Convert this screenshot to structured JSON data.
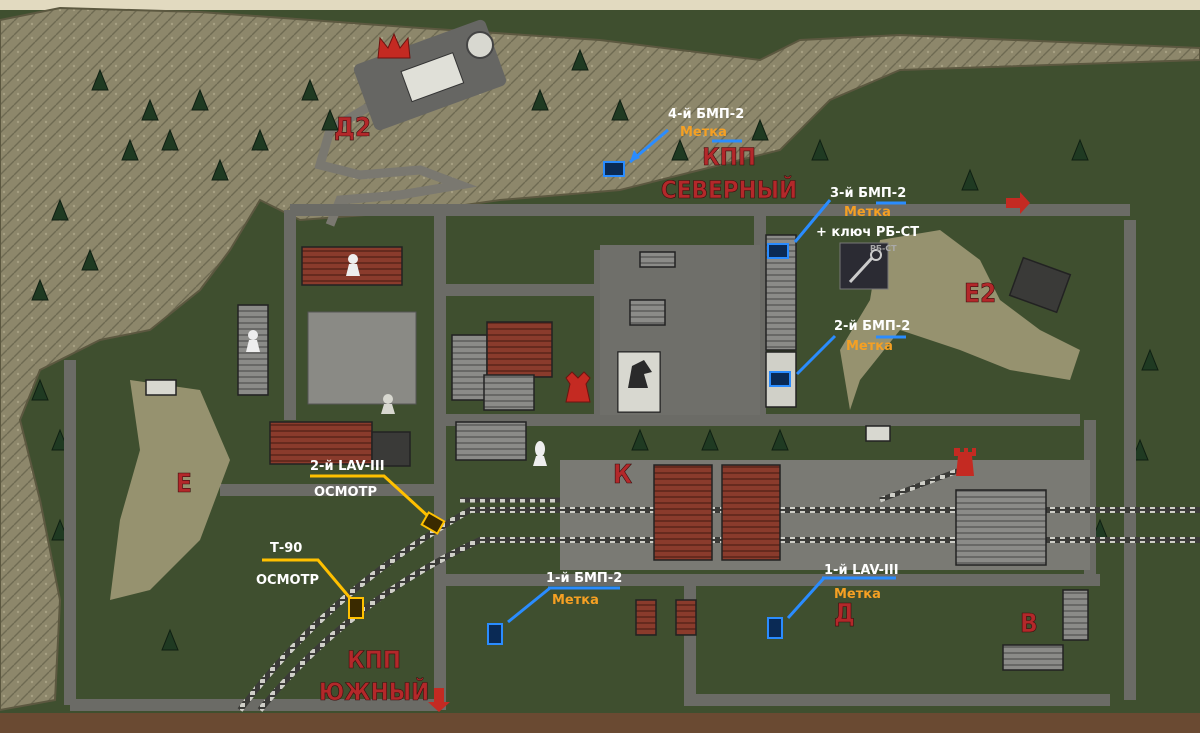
{
  "zones": {
    "d2": "Д2",
    "e2": "Е2",
    "e": "Е",
    "k": "К",
    "d": "Д",
    "v": "В"
  },
  "checkpoints": {
    "north_line1": "КПП",
    "north_line2": "СЕВЕРНЫЙ",
    "south_line1": "КПП",
    "south_line2": "ЮЖНЫЙ"
  },
  "markers": {
    "bmp4": {
      "title": "4-й БМП-2",
      "sub": "Метка"
    },
    "bmp3": {
      "title": "3-й БМП-2",
      "sub": "Метка",
      "extra": "+ ключ РБ-СТ"
    },
    "bmp2": {
      "title": "2-й БМП-2",
      "sub": "Метка"
    },
    "bmp1": {
      "title": "1-й БМП-2",
      "sub": "Метка"
    },
    "lav1": {
      "title": "1-й LAV-III",
      "sub": "Метка"
    },
    "lav2": {
      "title": "2-й LAV-III",
      "sub": "ОСМОТР"
    },
    "t90": {
      "title": "Т-90",
      "sub": "ОСМОТР"
    }
  },
  "key_item": {
    "label": "РБ-СТ"
  },
  "colors": {
    "grass": "#3f4f2f",
    "mountain": "#8a8468",
    "road": "#6b6b66",
    "zone_text": "#b3282a",
    "blue_marker": "#2a8cff",
    "yellow_marker": "#ffc000",
    "orange_text": "#f5a023"
  },
  "icons": [
    "crown-icon",
    "king-icon",
    "knight-icon",
    "pawn-icon",
    "bishop-icon",
    "rook-icon",
    "exit-arrow-icon",
    "tank-marker-icon"
  ]
}
